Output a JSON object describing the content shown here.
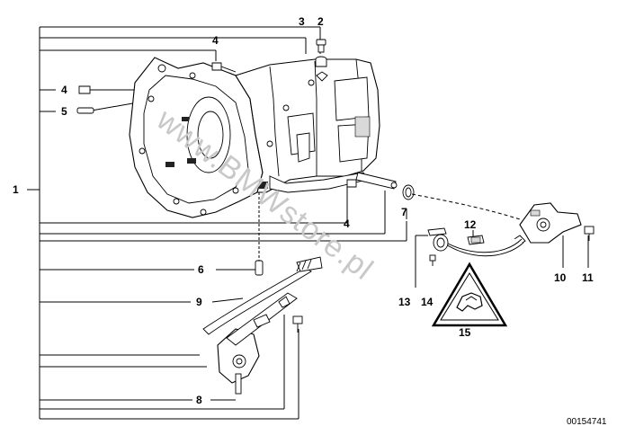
{
  "diagram": {
    "labels": {
      "l1": "1",
      "l2": "2",
      "l3": "3",
      "l4a": "4",
      "l4b": "4",
      "l4c": "4",
      "l5": "5",
      "l6": "6",
      "l7": "7",
      "l8": "8",
      "l9": "9",
      "l10": "10",
      "l11": "11",
      "l12": "12",
      "l13": "13",
      "l14": "14",
      "l15": "15"
    },
    "watermark": "www.BMWstore.pl",
    "image_id": "00154741"
  }
}
